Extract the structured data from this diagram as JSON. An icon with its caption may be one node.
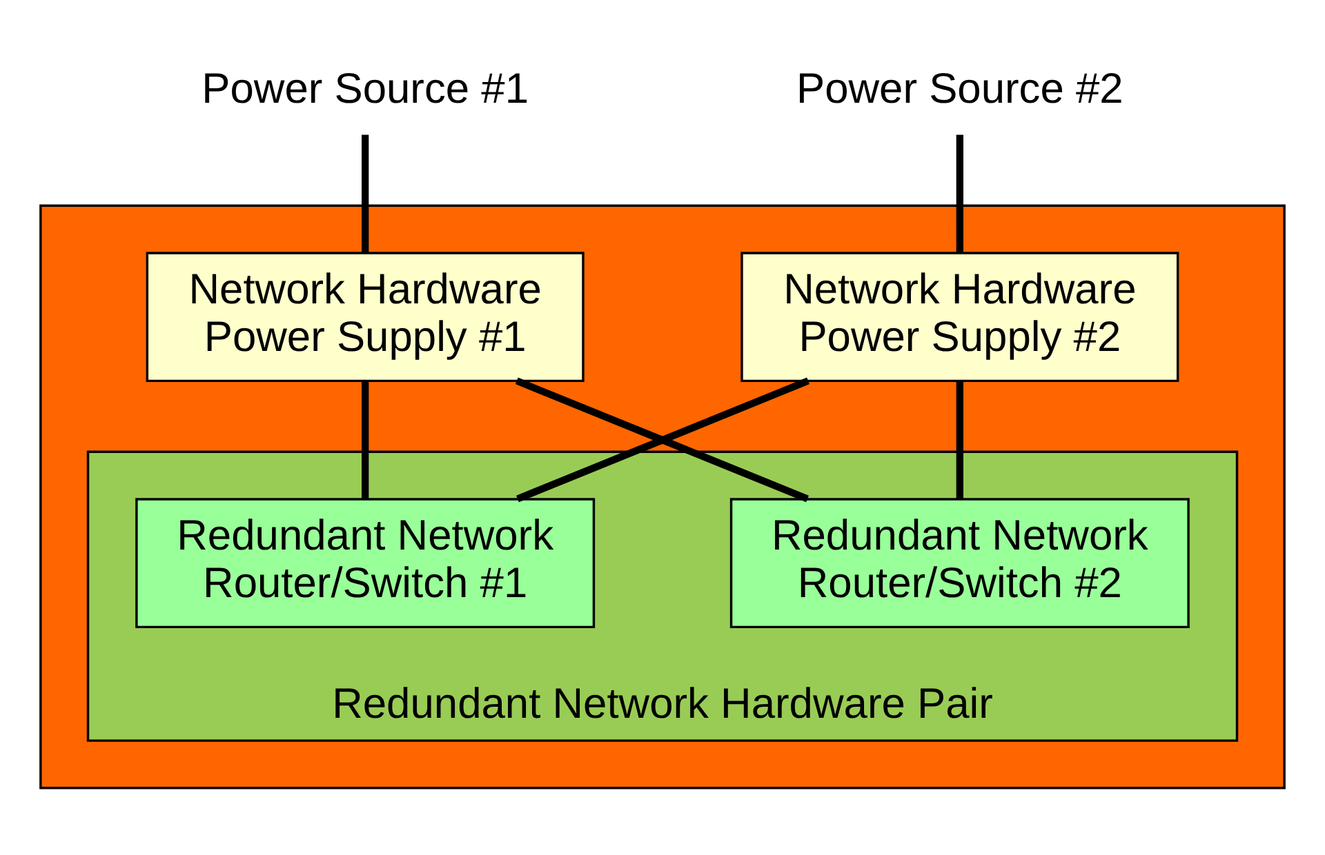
{
  "diagram": {
    "nodes": [
      {
        "text": [
          "Power Source #1"
        ]
      },
      {
        "text": [
          "Power Source #2"
        ]
      },
      {
        "text": [],
        "shape": "box"
      },
      {
        "text": [
          "Network Hardware Power Supply #1"
        ],
        "in": 2
      },
      {
        "text": [
          "Network Hardware Power Supply #2"
        ],
        "in": 2
      },
      {
        "text": [
          "Redundant Network Hardware Pair"
        ],
        "in": 2
      },
      {
        "text": [
          "Redundant Network Router/Switch #1"
        ],
        "in": 5
      },
      {
        "text": [
          "Redundant Network Router/Switch #2"
        ],
        "in": 5
      }
    ],
    "edges": [
      {
        "from": 0,
        "to": 3,
        "arrow": "none"
      },
      {
        "from": 1,
        "to": 4,
        "arrow": "none"
      },
      {
        "from": 3,
        "to": 6,
        "arrow": "none"
      },
      {
        "from": 3,
        "to": 7,
        "arrow": "none"
      },
      {
        "from": 4,
        "to": 6,
        "arrow": "none"
      },
      {
        "from": 4,
        "to": 7,
        "arrow": "none"
      }
    ]
  }
}
